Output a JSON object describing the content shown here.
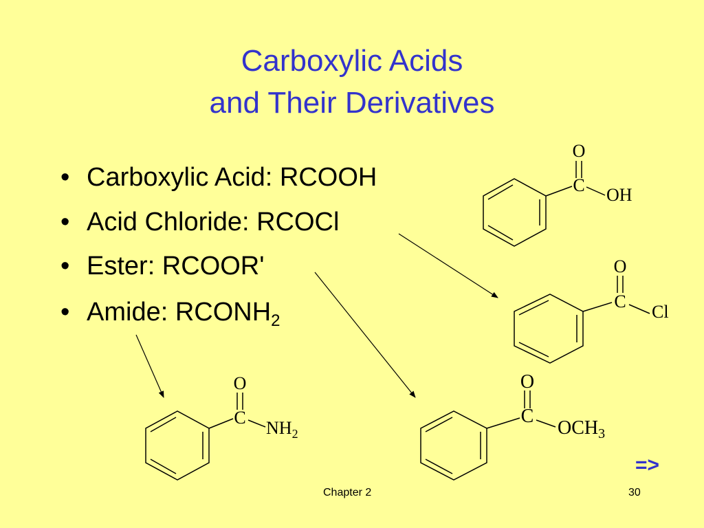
{
  "title": {
    "line1": "Carboxylic Acids",
    "line2": "and Their Derivatives"
  },
  "bullets": [
    {
      "marker": "•",
      "text": "Carboxylic Acid:  RCOOH"
    },
    {
      "marker": "•",
      "text": "Acid Chloride:  RCOCl"
    },
    {
      "marker": "•",
      "text": "Ester:  RCOOR'"
    },
    {
      "marker": "•",
      "text": "Amide:  RCONH",
      "sub": "2"
    }
  ],
  "structures": {
    "acid": {
      "top": "O",
      "center": "C",
      "group": "OH"
    },
    "chloride": {
      "top": "O",
      "center": "C",
      "group": "Cl"
    },
    "amide": {
      "top": "O",
      "center": "C",
      "group": "NH",
      "group_sub": "2"
    },
    "ester": {
      "top": "O",
      "center": "C",
      "group": "OCH",
      "group_sub": "3"
    }
  },
  "next_indicator": "=>",
  "footer": {
    "chapter": "Chapter 2",
    "page": "30"
  },
  "colors": {
    "background": "#FFFF99",
    "title": "#3333CC",
    "text": "#000000"
  }
}
